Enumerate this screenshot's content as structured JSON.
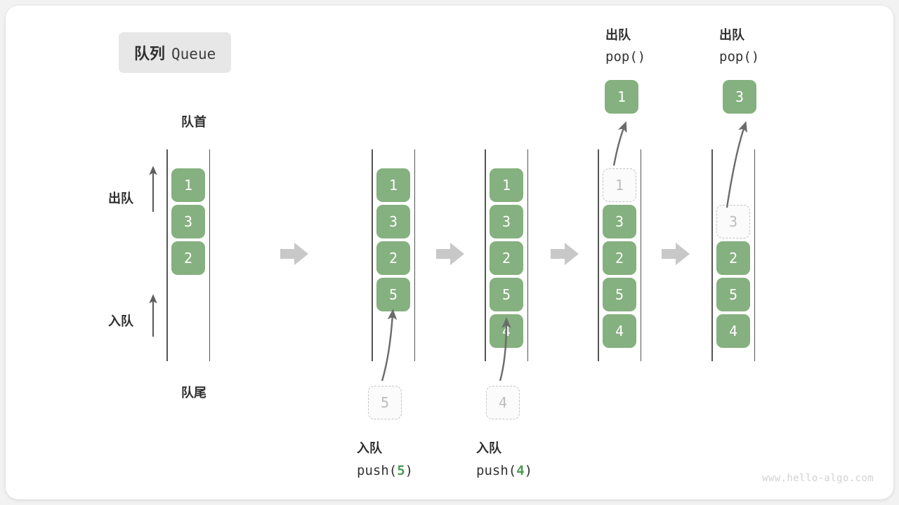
{
  "title": {
    "cn": "队列",
    "en": "Queue"
  },
  "axis_labels": {
    "front": "队首",
    "rear": "队尾",
    "dequeue": "出队",
    "enqueue": "入队"
  },
  "watermark": "www.hello-algo.com",
  "colors": {
    "element_green": "#85b07f",
    "ghost_border": "#c4c4c4",
    "ghost_text": "#bcbcbc",
    "rail": "#555555",
    "step_arrow": "#c8c8c8",
    "badge_bg": "#e7e7e7",
    "code_accent_green": "#4a9b52",
    "text_dark": "#2e2e2e"
  },
  "step_arrow_icon": "right-block-arrow",
  "columns": [
    {
      "id": "initial",
      "caption_top": null,
      "caption_bottom": null,
      "slots": [
        {
          "value": "1",
          "state": "filled"
        },
        {
          "value": "3",
          "state": "filled"
        },
        {
          "value": "2",
          "state": "filled"
        },
        {
          "value": "",
          "state": "empty"
        },
        {
          "value": "",
          "state": "empty"
        }
      ]
    },
    {
      "id": "after-push-5",
      "caption_top": null,
      "caption_bottom": {
        "cn": "入队",
        "code_prefix": "push(",
        "code_value": "5",
        "code_suffix": ")"
      },
      "pending_box": {
        "value": "5",
        "state": "ghost"
      },
      "slots": [
        {
          "value": "1",
          "state": "filled"
        },
        {
          "value": "3",
          "state": "filled"
        },
        {
          "value": "2",
          "state": "filled"
        },
        {
          "value": "5",
          "state": "filled"
        },
        {
          "value": "",
          "state": "empty"
        }
      ]
    },
    {
      "id": "after-push-4",
      "caption_top": null,
      "caption_bottom": {
        "cn": "入队",
        "code_prefix": "push(",
        "code_value": "4",
        "code_suffix": ")"
      },
      "pending_box": {
        "value": "4",
        "state": "ghost"
      },
      "slots": [
        {
          "value": "1",
          "state": "filled"
        },
        {
          "value": "3",
          "state": "filled"
        },
        {
          "value": "2",
          "state": "filled"
        },
        {
          "value": "5",
          "state": "filled"
        },
        {
          "value": "4",
          "state": "filled"
        }
      ]
    },
    {
      "id": "after-pop-1",
      "caption_top": {
        "cn": "出队",
        "code": "pop()"
      },
      "popped_box": {
        "value": "1",
        "state": "filled"
      },
      "slots": [
        {
          "value": "1",
          "state": "ghost"
        },
        {
          "value": "3",
          "state": "filled"
        },
        {
          "value": "2",
          "state": "filled"
        },
        {
          "value": "5",
          "state": "filled"
        },
        {
          "value": "4",
          "state": "filled"
        }
      ]
    },
    {
      "id": "after-pop-3",
      "caption_top": {
        "cn": "出队",
        "code": "pop()"
      },
      "popped_box": {
        "value": "3",
        "state": "filled"
      },
      "slots": [
        {
          "value": "",
          "state": "empty"
        },
        {
          "value": "3",
          "state": "ghost"
        },
        {
          "value": "2",
          "state": "filled"
        },
        {
          "value": "5",
          "state": "filled"
        },
        {
          "value": "4",
          "state": "filled"
        }
      ]
    }
  ]
}
